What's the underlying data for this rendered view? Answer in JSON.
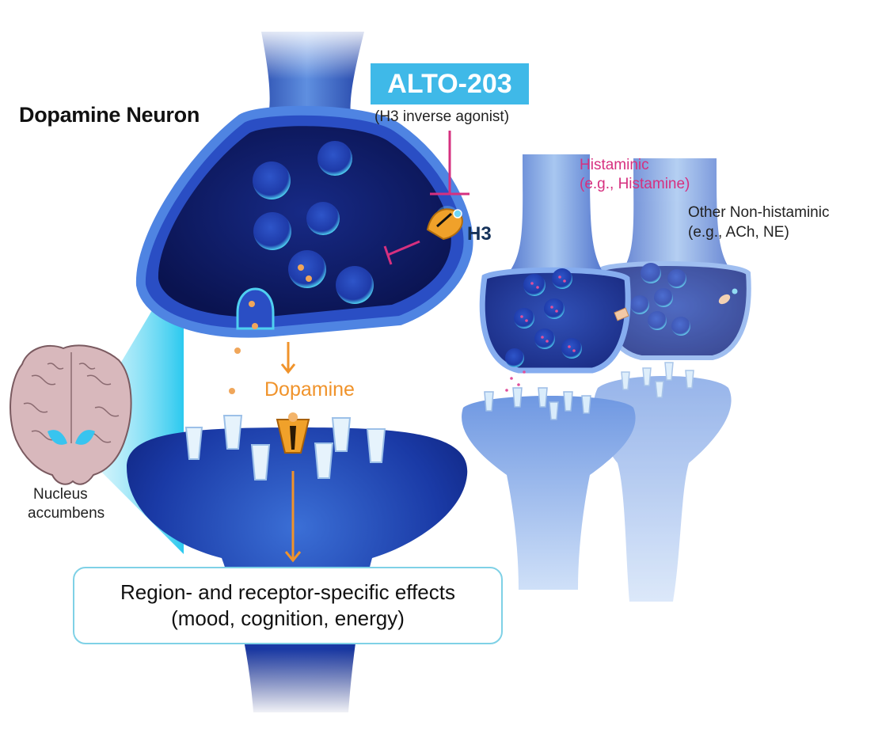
{
  "title": "Dopamine Neuron",
  "drug": {
    "name": "ALTO-203",
    "description": "(H3 inverse agonist)"
  },
  "receptor_label": "H3",
  "neurotransmitter_label": "Dopamine",
  "histaminic": {
    "line1": "Histaminic",
    "line2": "(e.g., Histamine)"
  },
  "non_histaminic": {
    "line1": "Other Non-histaminic",
    "line2": "(e.g., ACh, NE)"
  },
  "brain_region": {
    "line1": "Nucleus",
    "line2": "accumbens"
  },
  "effects": {
    "line1": "Region- and receptor-specific effects",
    "line2": "(mood, cognition, energy)"
  },
  "colors": {
    "drug_box": "#3fb9e8",
    "inhibit_magenta": "#d6307f",
    "dopamine_orange": "#f0932b",
    "neuron_dark": "#0f1d6e",
    "neuron_rim": "#3f7bd8",
    "cyan_glow": "#35d3ef"
  },
  "icons": [
    "brain-coronal-slice",
    "h3-receptor",
    "dopamine-receptor",
    "synaptic-vesicle",
    "inhibition-bar",
    "down-arrow"
  ]
}
